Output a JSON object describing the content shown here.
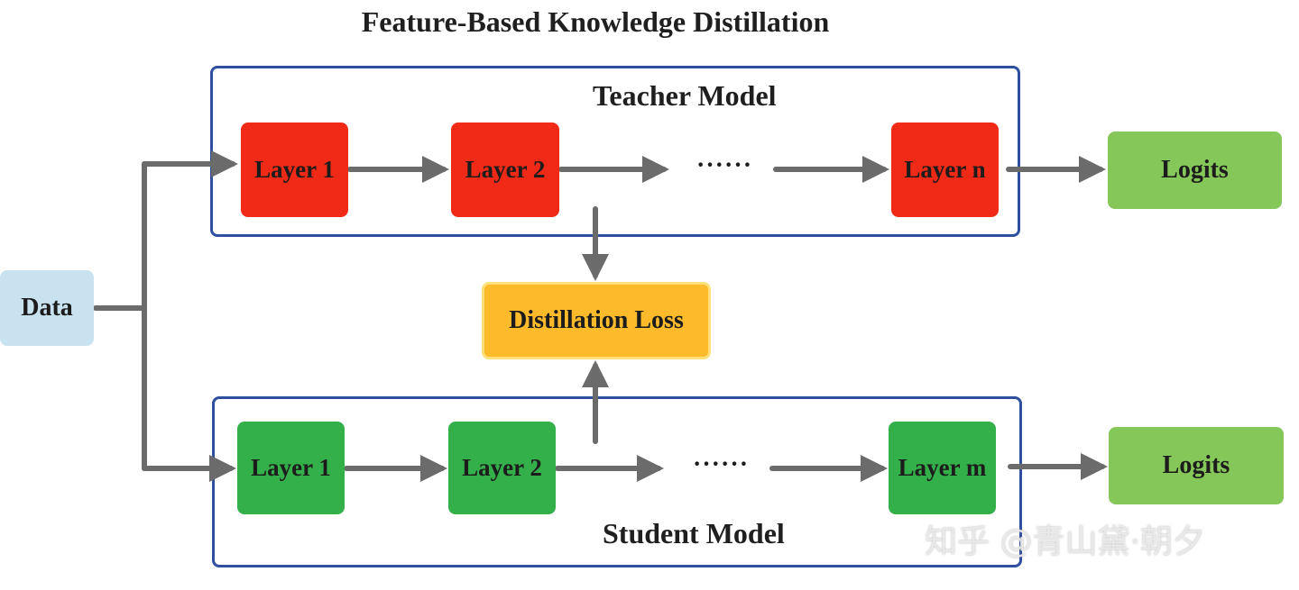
{
  "title": "Feature-Based Knowledge Distillation",
  "teacher": {
    "label": "Teacher Model",
    "layers": [
      "Layer 1",
      "Layer 2",
      "Layer n"
    ],
    "ellipsis": "······",
    "output": "Logits"
  },
  "student": {
    "label": "Student Model",
    "layers": [
      "Layer 1",
      "Layer 2",
      "Layer m"
    ],
    "ellipsis": "······",
    "output": "Logits"
  },
  "input": "Data",
  "loss": "Distillation Loss",
  "watermark": "知乎 @青山黛·朝夕",
  "colors": {
    "teacher_layer": "#f02a16",
    "student_layer": "#34b04a",
    "logits": "#86c75a",
    "data": "#c9e2f0",
    "loss": "#fdbb2c",
    "frame": "#2f4fa0",
    "arrow": "#6b6b6b"
  }
}
